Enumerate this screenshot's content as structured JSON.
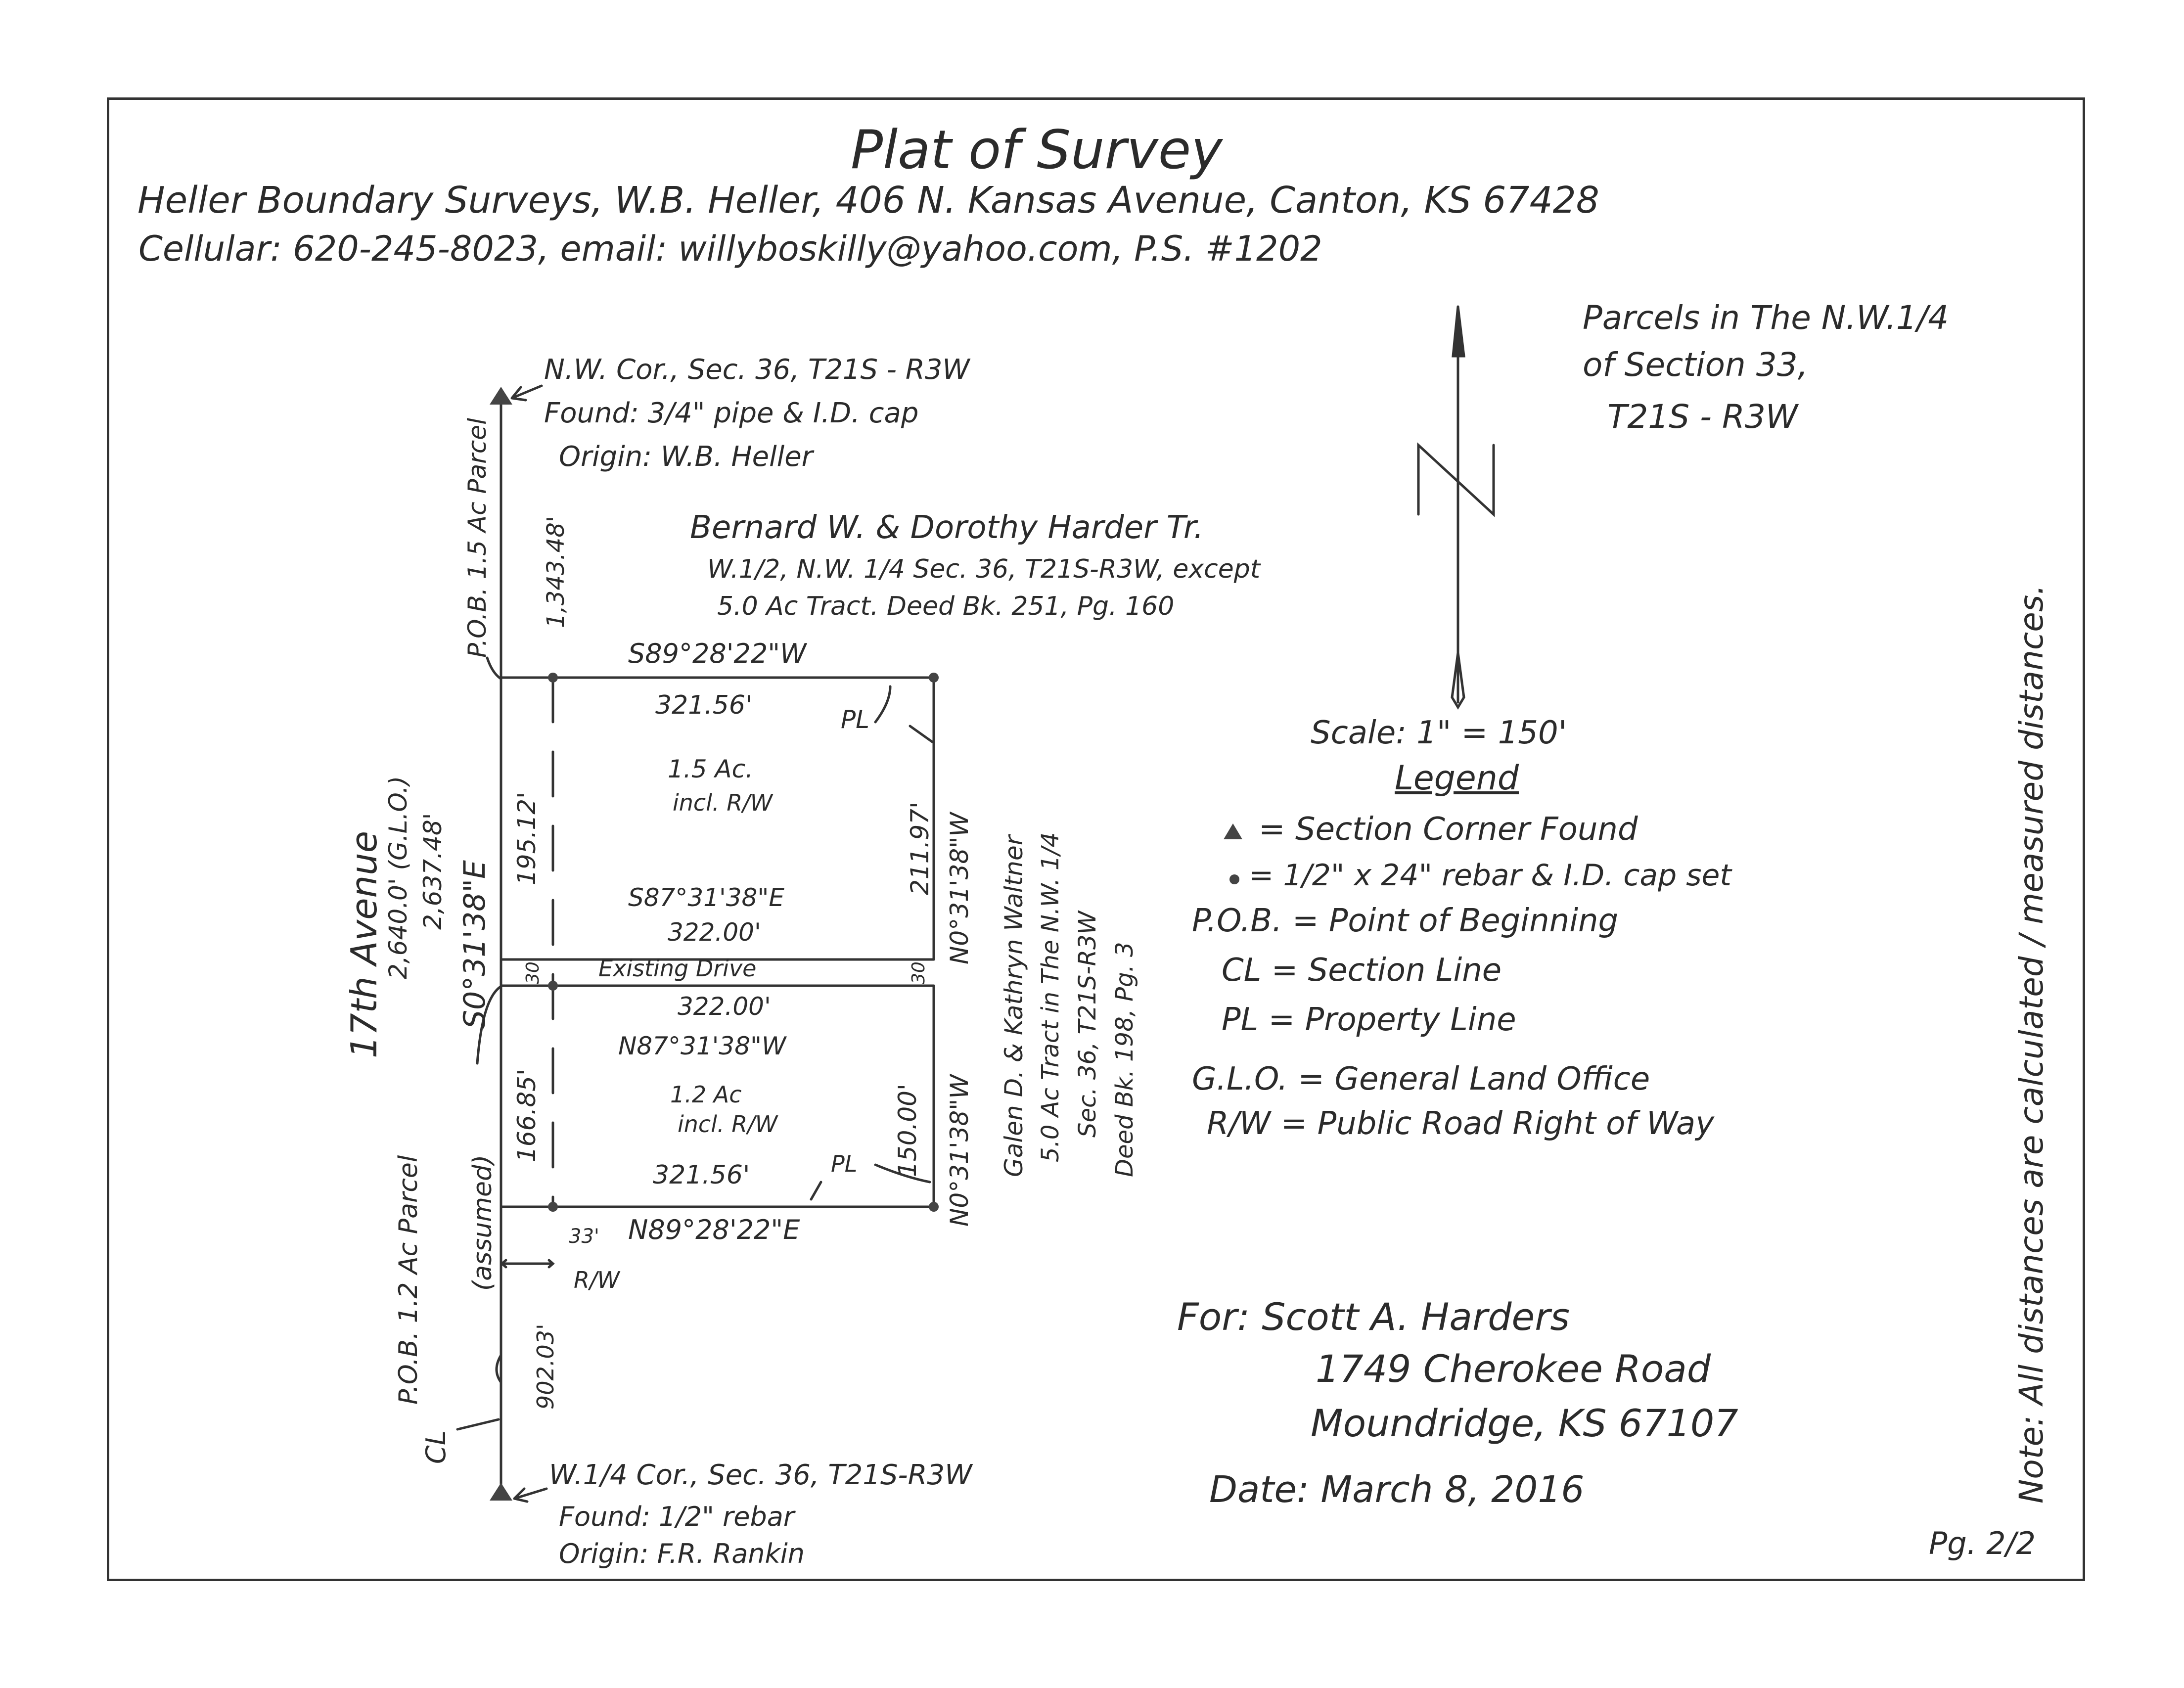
{
  "title": "Plat of Survey",
  "header": {
    "line1": "Heller Boundary Surveys, W.B. Heller, 406 N. Kansas Avenue, Canton, KS 67428",
    "line2": "Cellular: 620-245-8023, email: willyboskilly@yahoo.com, P.S. #1202"
  },
  "parcels_note": [
    "Parcels in The N.W.1/4",
    "of Section 33,",
    "T21S - R3W"
  ],
  "nw_corner": {
    "line1": "N.W. Cor., Sec. 36, T21S - R3W",
    "line2": "Found: 3/4\" pipe & I.D. cap",
    "line3": "Origin: W.B. Heller"
  },
  "w_corner": {
    "line1": "W.1/4 Cor., Sec. 36, T21S-R3W",
    "line2": "Found: 1/2\" rebar",
    "line3": "Origin: F.R. Rankin"
  },
  "harder_tract": {
    "line1": "Bernard W. & Dorothy Harder Tr.",
    "line2": "W.1/2, N.W. 1/4  Sec. 36, T21S-R3W, except",
    "line3": "5.0 Ac Tract.  Deed Bk. 251, Pg. 160"
  },
  "waltner_tract": {
    "line1": "Galen D. & Kathryn Waltner",
    "line2": "5.0 Ac Tract in The N.W. 1/4",
    "line3": "Sec. 36, T21S-R3W",
    "line4": "Deed Bk. 198, Pg. 3"
  },
  "road": {
    "name": "17th Avenue",
    "dist1": "2,640.0' (G.L.O.)",
    "dist2": "2,637.48'",
    "bearing": "S0°31'38\"E",
    "assumed": "(assumed)"
  },
  "pob_15": "P.O.B. 1.5 Ac Parcel",
  "pob_12": "P.O.B. 1.2 Ac Parcel",
  "dims": {
    "north_len": "1,343.48'",
    "top_bearing": "S89°28'22\"W",
    "top_dist": "321.56'",
    "west_upper": "195.12'",
    "east_upper": "211.97'",
    "east_upper_bearing": "N0°31'38\"W",
    "mid_bearing": "S87°31'38\"E",
    "mid_dist": "322.00'",
    "drive": "Existing Drive",
    "gap_left": "30",
    "gap_right": "30",
    "low_dist": "322.00'",
    "low_bearing": "N87°31'38\"W",
    "west_lower": "166.85'",
    "east_lower": "150.00'",
    "east_lower_bearing": "N0°31'38\"W",
    "bottom_dist": "321.56'",
    "bottom_bearing": "N89°28'22\"E",
    "rw_width": "33'",
    "rw_label": "R/W",
    "south_len": "902.03'"
  },
  "parcel_15": {
    "line1": "1.5 Ac.",
    "line2": "incl. R/W"
  },
  "parcel_12": {
    "line1": "1.2 Ac",
    "line2": "incl. R/W"
  },
  "pl_symbol": "PL",
  "cl_symbol": "CL",
  "scale": "Scale: 1\" = 150'",
  "legend": {
    "title": "Legend",
    "items": [
      "= Section Corner Found",
      "= 1/2\" x 24\" rebar & I.D. cap set",
      "P.O.B. = Point of Beginning",
      "CL = Section Line",
      "PL = Property Line",
      "G.L.O. = General Land Office",
      "R/W = Public Road Right of Way"
    ]
  },
  "client": {
    "line1": "For: Scott A. Harders",
    "line2": "1749 Cherokee Road",
    "line3": "Moundridge, KS 67107",
    "date": "Date: March 8, 2016"
  },
  "note": "Note: All distances are calculated / measured distances.",
  "page": "Pg. 2/2"
}
